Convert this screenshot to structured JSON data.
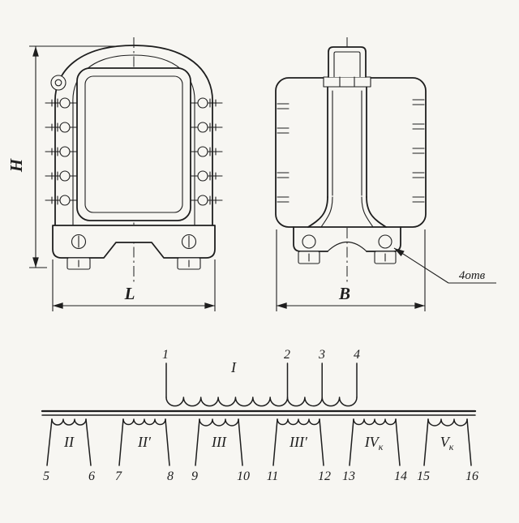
{
  "figure": {
    "bg": "#f7f6f2",
    "ink": "#1e1e1e"
  },
  "front_view": {
    "height_label": "H",
    "length_label": "L"
  },
  "side_view": {
    "width_label": "B",
    "holes_label": "4отв"
  },
  "schematic": {
    "primary": {
      "label": "I",
      "terminals": [
        "1",
        "2",
        "3",
        "4"
      ]
    },
    "secondaries": [
      {
        "label": "II",
        "sub": "",
        "t_left": "5",
        "t_right": "6"
      },
      {
        "label": "II′",
        "sub": "",
        "t_left": "7",
        "t_right": "8"
      },
      {
        "label": "III",
        "sub": "",
        "t_left": "9",
        "t_right": "10"
      },
      {
        "label": "III′",
        "sub": "",
        "t_left": "11",
        "t_right": "12"
      },
      {
        "label": "IV",
        "sub": "к",
        "t_left": "13",
        "t_right": "14"
      },
      {
        "label": "V",
        "sub": "к",
        "t_left": "15",
        "t_right": "16"
      }
    ]
  }
}
